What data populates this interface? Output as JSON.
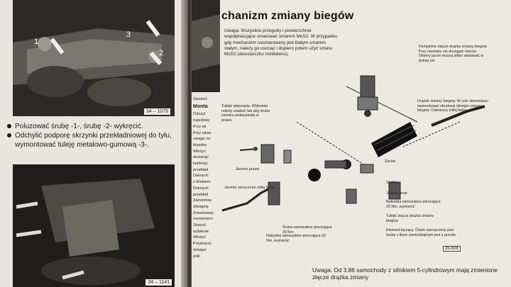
{
  "left": {
    "fig_top": "34 – 1079",
    "fig_bottom": "34 – 1141",
    "callouts_top": [
      "1",
      "2",
      "3"
    ],
    "bullets": [
      "Poluzować śrubę -1-, śrubę -2- wykręcić.",
      "Odchylić podporę skrzynki przekładniowej do tyłu, wymontować tuleję metalowo-gumową -3-."
    ]
  },
  "right": {
    "title": "chanizm zmiany biegów",
    "note": "Uwaga: Wszystkie przeguby i powierzchnie współpracujące smarować smarem MoS2. W przypadku gdy mechanizm nasmarowany jest białym smarem stałym, należy go usunąć i dopiero potem użyć smaru MoS2 (dwusiarczku molibdenu).",
    "side_heading": "Monta",
    "side_col": [
      "Opuścić",
      "Monta",
      "Odczyt",
      "najedowy",
      "Przy wł",
      "Przy wkaz",
      "uwagę na",
      "blaszkę",
      "Włożyć",
      "docisnąć",
      "korbowy",
      "przekład",
      "Dokręcić",
      "z klinkiem",
      "Dokręcić",
      "przekład",
      "Zamontow",
      "dźwignię",
      "Zmontować",
      "momentem",
      "Skręcić",
      "wybierak",
      "Włożyć",
      "Przykręcić",
      "dźwigni",
      "jeśli"
    ],
    "labels": {
      "l1": "Kompletne złącze drążka zmiany biegów. Przy montażu nie dociągać mocno. Otwory jarzm muszą lekko odstawać w jednej osi.",
      "l2": "Drążek zmiany biegów. W celu demontażu wymontować obudowę dźwigni zmiany biegów. Osłoniony żółtą farbą",
      "l3": "Zacisk",
      "l4": "15 Nm",
      "l5": "Jarzmo lewe",
      "l6": "Nakrętka samozabez-pieczająca 20 Nm, wymienić",
      "l7": "Tulejki złącza drążka zmiany biegów",
      "l8": "Element łączący. Otwór zaznaczony pod śrubę z łbem sześciokątnym jest z przodu",
      "l9": "Śruba samozabez-pieczająca 20 Nm",
      "l10": "Nakrętka samozabez-pieczająca 20 Nm, wymienić",
      "l11": "Jarzmo prawe",
      "l12": "Jarzmo oznaczone żółtą farbą",
      "l13": "Tulejki włączania. Wybrania należy osadzić tak aby śruba zacisku wskazywała w prawo.",
      "fig": "35-608"
    },
    "uwaga": "Uwaga: Od 3.86 samochody z silnikiem 5-cylindrowym mają zmienione złącze drążka zmiany"
  }
}
